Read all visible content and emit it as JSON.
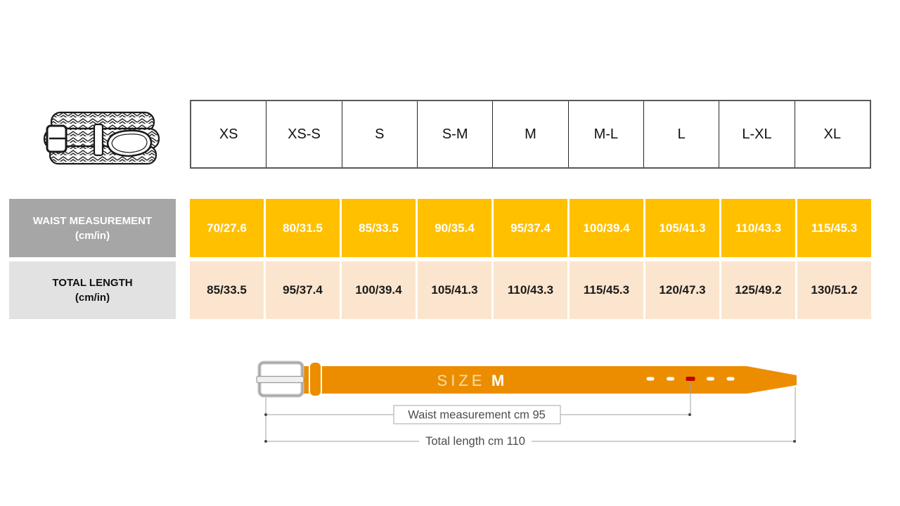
{
  "table": {
    "sizes": [
      "XS",
      "XS-S",
      "S",
      "S-M",
      "M",
      "M-L",
      "L",
      "L-XL",
      "XL"
    ],
    "rows": [
      {
        "label": "WAIST MEASUREMENT",
        "unit": "(cm/in)",
        "values": [
          "70/27.6",
          "80/31.5",
          "85/33.5",
          "90/35.4",
          "95/37.4",
          "100/39.4",
          "105/41.3",
          "110/43.3",
          "115/45.3"
        ]
      },
      {
        "label": "TOTAL LENGTH",
        "unit": "(cm/in)",
        "values": [
          "85/33.5",
          "95/37.4",
          "100/39.4",
          "105/41.3",
          "110/43.3",
          "115/45.3",
          "120/47.3",
          "125/49.2",
          "130/51.2"
        ]
      }
    ]
  },
  "diagram": {
    "size_label": "SIZE",
    "size_value": "M",
    "waist_annotation": "Waist measurement cm 95",
    "length_annotation": "Total length cm 110"
  },
  "colors": {
    "waist_cell": "#FFC000",
    "length_cell": "#FBE5CE",
    "waist_label_bg": "#A6A6A6",
    "length_label_bg": "#E2E2E2",
    "belt": "#EC8D00",
    "marked_hole": "#C00000"
  }
}
